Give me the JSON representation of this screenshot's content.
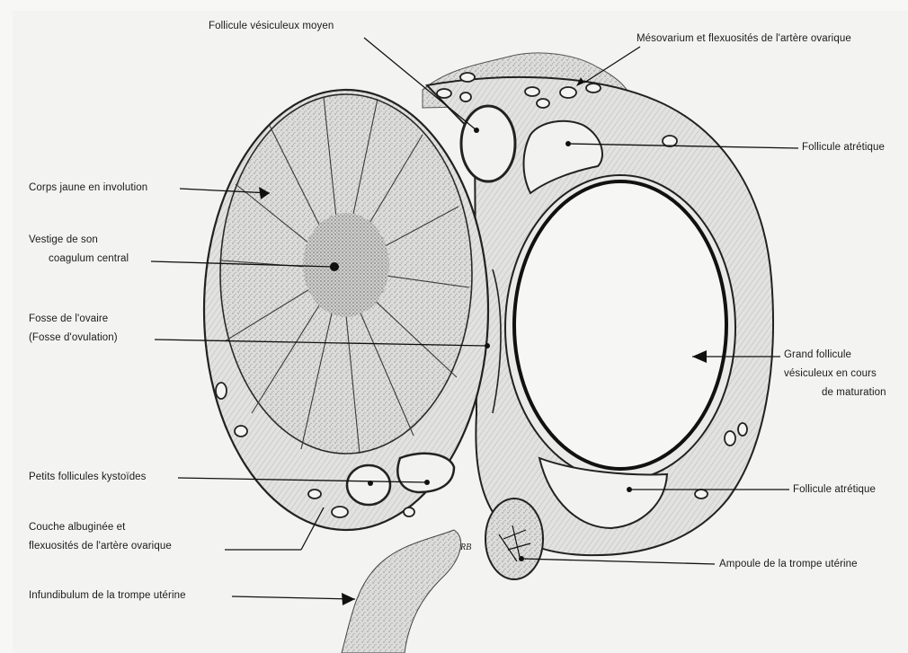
{
  "labels": {
    "follicule_moyen": "Follicule vésiculeux moyen",
    "mesovarium": "Mésovarium et flexuosités de l'artère ovarique",
    "follicule_atretique_haut": "Follicule atrétique",
    "corps_jaune": "Corps jaune en involution",
    "vestige_1": "Vestige de son",
    "vestige_2": "coagulum central",
    "fosse_1": "Fosse de l'ovaire",
    "fosse_2": "(Fosse d'ovulation)",
    "grand_1": "Grand follicule",
    "grand_2": "vésiculeux en cours",
    "grand_3": "de maturation",
    "petits_follicules": "Petits follicules kystoïdes",
    "albuginee_1": "Couche albuginée et",
    "albuginee_2": "flexuosités de l'artère ovarique",
    "follicule_atretique_bas": "Follicule atrétique",
    "ampoule": "Ampoule de la trompe utérine",
    "infundibulum": "Infundibulum de la trompe utérine",
    "signature": "RB"
  },
  "colors": {
    "ink": "#1b1b1b",
    "tissue": "#d6d6d4",
    "stroma": "#e4e4e2",
    "paper": "#f3f3f1"
  }
}
